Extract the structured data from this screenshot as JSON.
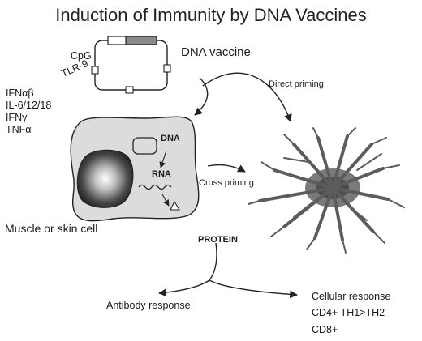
{
  "title": "Induction of Immunity by DNA Vaccines",
  "labels": {
    "cpg": "CpG",
    "tlr9": "TLR-9",
    "dna_vaccine": "DNA vaccine",
    "direct_priming": "Direct priming",
    "cross_priming": "Cross priming",
    "dna": "DNA",
    "rna": "RNA",
    "protein": "PROTEIN",
    "cell": "Muscle or skin cell",
    "antibody": "Antibody response",
    "cellular": "Cellular response",
    "cd4": "CD4+ TH1>TH2",
    "cd8": "CD8+"
  },
  "cytokines": [
    "IFNαβ",
    "IL-6/12/18",
    "IFNγ",
    "TNFα"
  ],
  "colors": {
    "cell_fill": "#dcdcdc",
    "nucleus_dark": "#3a3a3a",
    "dendritic": "#6a6a6a"
  }
}
